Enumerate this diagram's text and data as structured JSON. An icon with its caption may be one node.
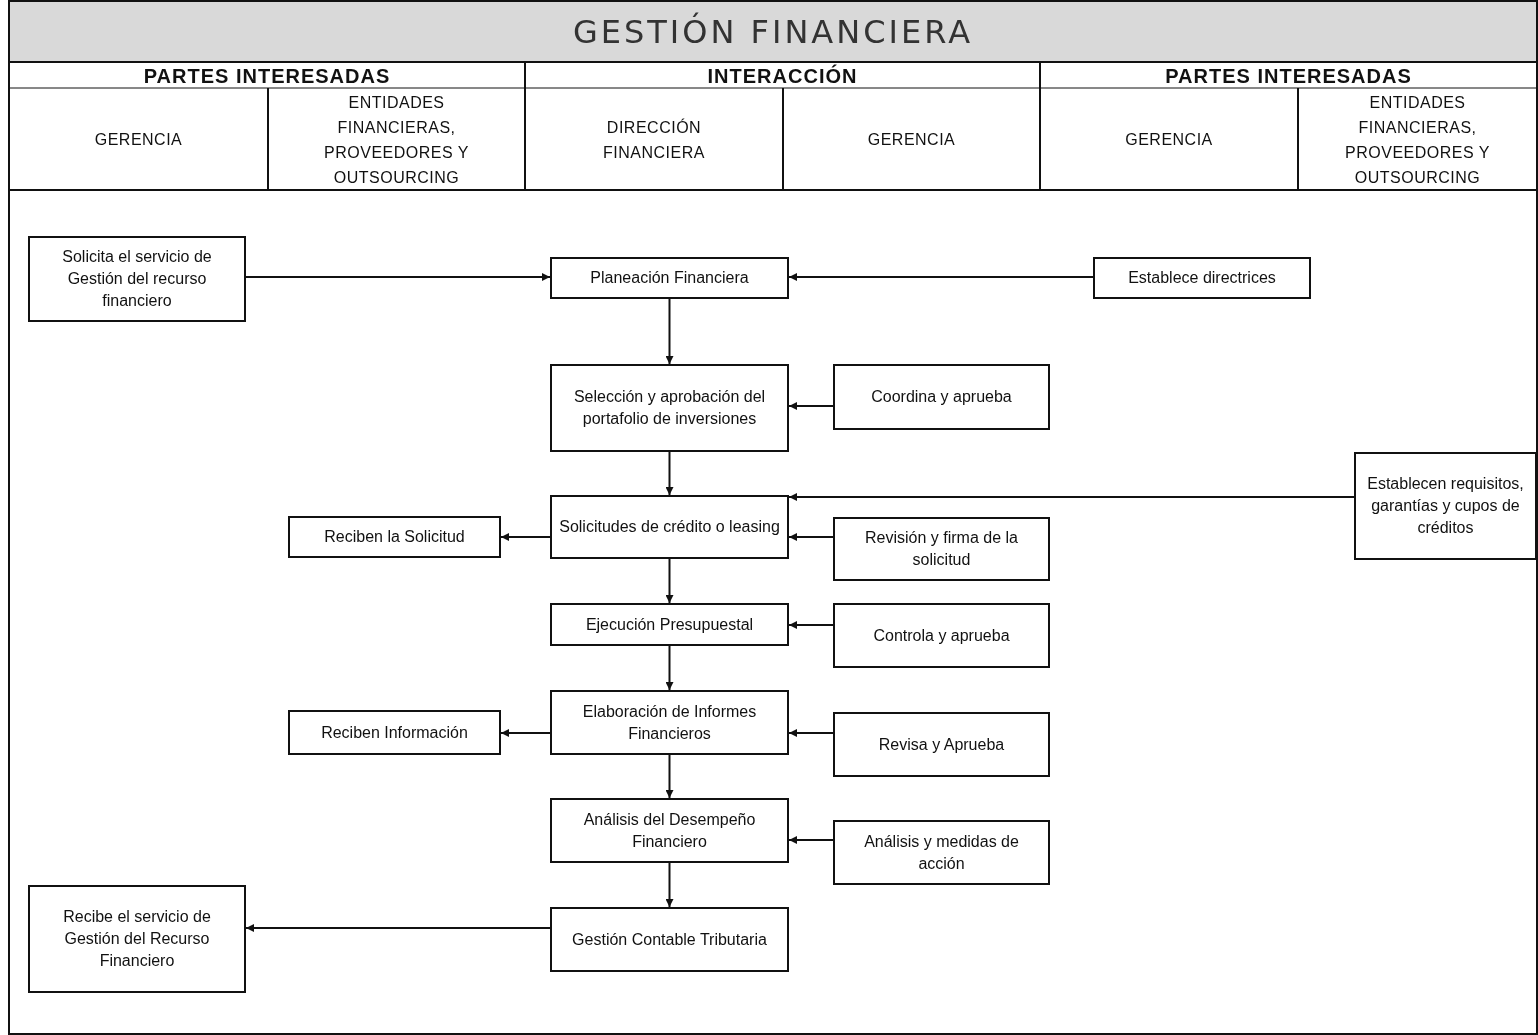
{
  "diagram": {
    "title": "GESTIÓN FINANCIERA",
    "nodes": [
      {
        "text": [
          "Solicita el servicio de Gestión del recurso financiero"
        ]
      },
      {
        "text": [
          "Planeación Financiera"
        ]
      },
      {
        "text": [
          "Establece directrices"
        ]
      },
      {
        "text": [
          "Selección y aprobación del portafolio de inversiones"
        ]
      },
      {
        "text": [
          "Coordina y aprueba"
        ]
      },
      {
        "text": [
          "Establecen requisitos, garantías y cupos de créditos"
        ]
      },
      {
        "text": [
          "Reciben la Solicitud"
        ]
      },
      {
        "text": [
          "Solicitudes de crédito o leasing"
        ]
      },
      {
        "text": [
          "Revisión y firma de la solicitud"
        ]
      },
      {
        "text": [
          "Ejecución Presupuestal"
        ]
      },
      {
        "text": [
          "Controla y aprueba"
        ]
      },
      {
        "text": [
          "Reciben Información"
        ]
      },
      {
        "text": [
          "Elaboración de Informes Financieros"
        ]
      },
      {
        "text": [
          "Revisa y Aprueba"
        ]
      },
      {
        "text": [
          "Análisis del Desempeño Financiero"
        ]
      },
      {
        "text": [
          "Análisis y medidas de acción"
        ]
      },
      {
        "text": [
          "Recibe el servicio de Gestión del Recurso Financiero"
        ]
      },
      {
        "text": [
          "Gestión Contable Tributaria"
        ]
      }
    ],
    "edges": [
      {
        "from": 0,
        "to": 1,
        "arrow": "to"
      },
      {
        "from": 2,
        "to": 1,
        "arrow": "to"
      },
      {
        "from": 1,
        "to": 3,
        "arrow": "to"
      },
      {
        "from": 4,
        "to": 3,
        "arrow": "to"
      },
      {
        "from": 3,
        "to": 7,
        "arrow": "to"
      },
      {
        "from": 5,
        "to": 7,
        "arrow": "to"
      },
      {
        "from": 7,
        "to": 6,
        "arrow": "to"
      },
      {
        "from": 8,
        "to": 7,
        "arrow": "to"
      },
      {
        "from": 7,
        "to": 9,
        "arrow": "to"
      },
      {
        "from": 10,
        "to": 9,
        "arrow": "to"
      },
      {
        "from": 9,
        "to": 12,
        "arrow": "to"
      },
      {
        "from": 12,
        "to": 11,
        "arrow": "to"
      },
      {
        "from": 13,
        "to": 12,
        "arrow": "to"
      },
      {
        "from": 12,
        "to": 14,
        "arrow": "to"
      },
      {
        "from": 15,
        "to": 14,
        "arrow": "to"
      },
      {
        "from": 14,
        "to": 17,
        "arrow": "to"
      },
      {
        "from": 17,
        "to": 16,
        "arrow": "to"
      }
    ],
    "labels": [
      "PARTES INTERESADAS",
      "INTERACCIÓN",
      "PARTES INTERESADAS",
      "GERENCIA",
      "ENTIDADES FINANCIERAS, PROVEEDORES Y OUTSOURCING",
      "DIRECCIÓN FINANCIERA",
      "GERENCIA",
      "GERENCIA",
      "ENTIDADES FINANCIERAS, PROVEEDORES Y OUTSOURCING"
    ]
  }
}
